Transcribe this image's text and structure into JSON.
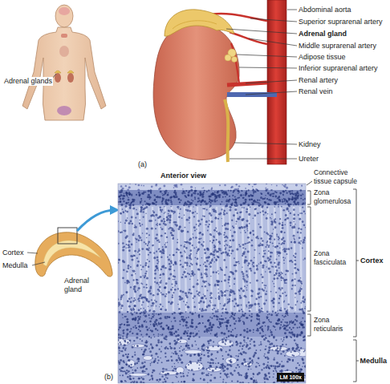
{
  "diagram": {
    "nodes": [
      {
        "text": [
          "LM 100x"
        ]
      }
    ],
    "labels": [
      "Adrenal glands",
      "Abdominal aorta",
      "Superior suprarenal artery",
      "Adrenal gland",
      "Middle suprarenal artery",
      "Adipose tissue",
      "Inferior suprarenal artery",
      "Renal artery",
      "Renal vein",
      "Kidney",
      "Ureter",
      "(a)",
      "Anterior view",
      "Connective tissue capsule",
      "Zona glomerulosa",
      "Zona fasciculata",
      "Zona reticularis",
      "Cortex",
      "Medulla",
      "Cortex",
      "Medulla",
      "Adrenal gland",
      "(b)"
    ]
  }
}
